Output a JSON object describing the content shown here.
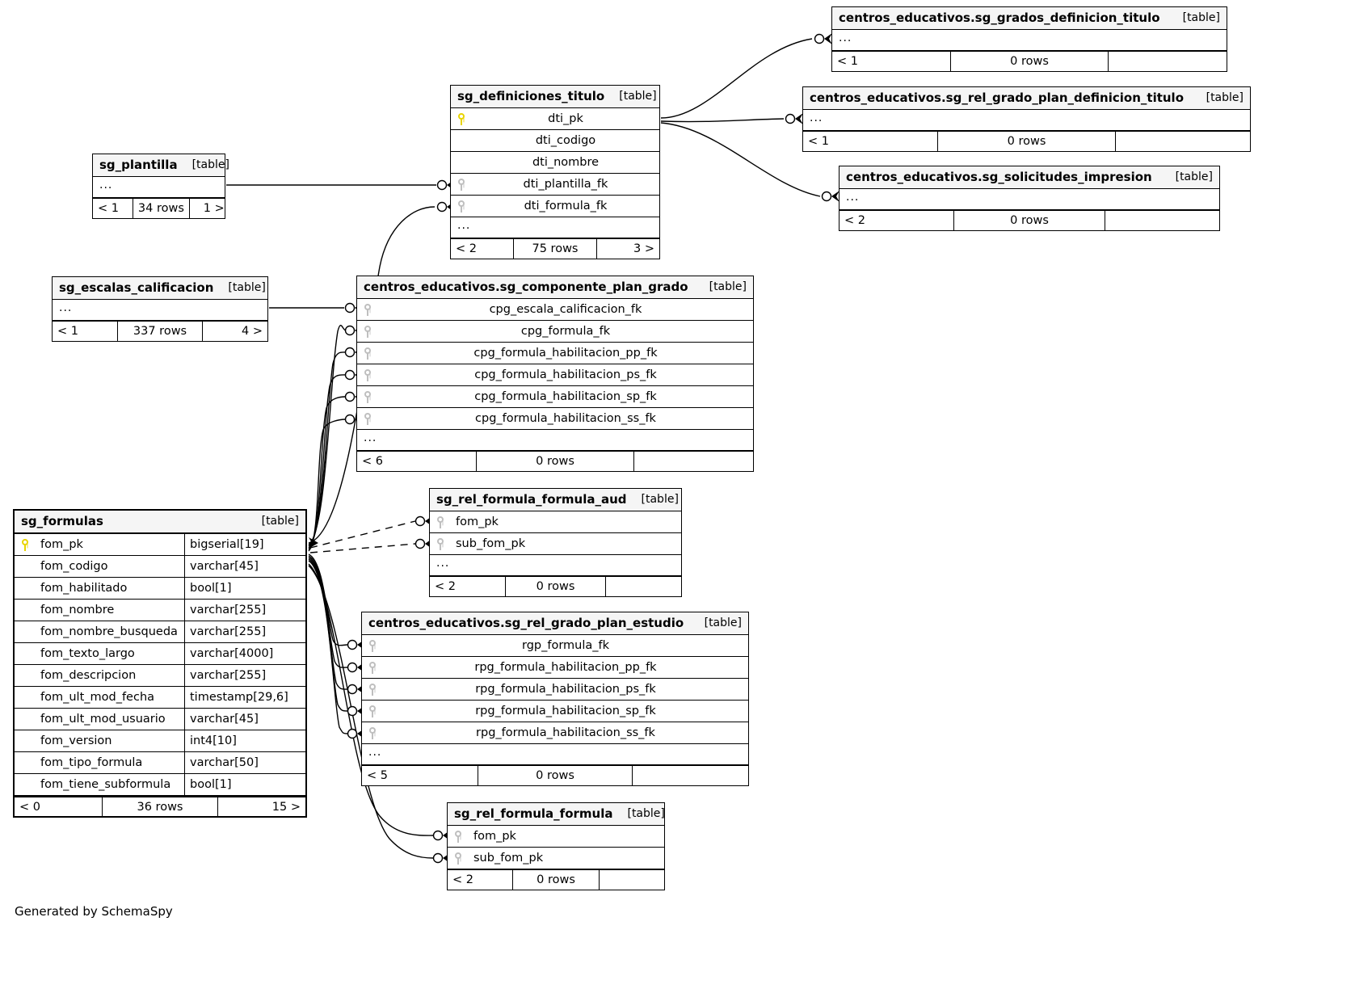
{
  "diagram": {
    "generator_credit": "Generated by SchemaSpy",
    "table_tag": "[table]",
    "ellipsis": "..."
  },
  "tables": {
    "sg_definiciones_titulo": {
      "title": "sg_definiciones_titulo",
      "tag": "[table]",
      "columns": [
        {
          "name": "dti_pk",
          "key": "pk"
        },
        {
          "name": "dti_codigo",
          "key": "none"
        },
        {
          "name": "dti_nombre",
          "key": "none"
        },
        {
          "name": "dti_plantilla_fk",
          "key": "fk"
        },
        {
          "name": "dti_formula_fk",
          "key": "fk"
        }
      ],
      "more": "...",
      "footer": {
        "left": "< 2",
        "center": "75 rows",
        "right": "3 >"
      }
    },
    "sg_grados_definicion_titulo": {
      "title": "centros_educativos.sg_grados_definicion_titulo",
      "tag": "[table]",
      "more": "...",
      "footer": {
        "left": "< 1",
        "center": "0 rows",
        "right": ""
      }
    },
    "sg_rel_grado_plan_definicion_titulo": {
      "title": "centros_educativos.sg_rel_grado_plan_definicion_titulo",
      "tag": "[table]",
      "more": "...",
      "footer": {
        "left": "< 1",
        "center": "0 rows",
        "right": ""
      }
    },
    "sg_solicitudes_impresion": {
      "title": "centros_educativos.sg_solicitudes_impresion",
      "tag": "[table]",
      "more": "...",
      "footer": {
        "left": "< 2",
        "center": "0 rows",
        "right": ""
      }
    },
    "sg_plantilla": {
      "title": "sg_plantilla",
      "tag": "[table]",
      "more": "...",
      "footer": {
        "left": "< 1",
        "center": "34 rows",
        "right": "1 >"
      }
    },
    "sg_escalas_calificacion": {
      "title": "sg_escalas_calificacion",
      "tag": "[table]",
      "more": "...",
      "footer": {
        "left": "< 1",
        "center": "337 rows",
        "right": "4 >"
      }
    },
    "sg_componente_plan_grado": {
      "title": "centros_educativos.sg_componente_plan_grado",
      "tag": "[table]",
      "columns": [
        {
          "name": "cpg_escala_calificacion_fk",
          "key": "fk"
        },
        {
          "name": "cpg_formula_fk",
          "key": "fk"
        },
        {
          "name": "cpg_formula_habilitacion_pp_fk",
          "key": "fk"
        },
        {
          "name": "cpg_formula_habilitacion_ps_fk",
          "key": "fk"
        },
        {
          "name": "cpg_formula_habilitacion_sp_fk",
          "key": "fk"
        },
        {
          "name": "cpg_formula_habilitacion_ss_fk",
          "key": "fk"
        }
      ],
      "more": "...",
      "footer": {
        "left": "< 6",
        "center": "0 rows",
        "right": ""
      }
    },
    "sg_rel_formula_formula_aud": {
      "title": "sg_rel_formula_formula_aud",
      "tag": "[table]",
      "columns": [
        {
          "name": "fom_pk",
          "key": "fk"
        },
        {
          "name": "sub_fom_pk",
          "key": "fk"
        }
      ],
      "more": "...",
      "footer": {
        "left": "< 2",
        "center": "0 rows",
        "right": ""
      }
    },
    "sg_rel_grado_plan_estudio": {
      "title": "centros_educativos.sg_rel_grado_plan_estudio",
      "tag": "[table]",
      "columns": [
        {
          "name": "rgp_formula_fk",
          "key": "fk"
        },
        {
          "name": "rpg_formula_habilitacion_pp_fk",
          "key": "fk"
        },
        {
          "name": "rpg_formula_habilitacion_ps_fk",
          "key": "fk"
        },
        {
          "name": "rpg_formula_habilitacion_sp_fk",
          "key": "fk"
        },
        {
          "name": "rpg_formula_habilitacion_ss_fk",
          "key": "fk"
        }
      ],
      "more": "...",
      "footer": {
        "left": "< 5",
        "center": "0 rows",
        "right": ""
      }
    },
    "sg_rel_formula_formula": {
      "title": "sg_rel_formula_formula",
      "tag": "[table]",
      "columns": [
        {
          "name": "fom_pk",
          "key": "fk"
        },
        {
          "name": "sub_fom_pk",
          "key": "fk"
        }
      ],
      "footer": {
        "left": "< 2",
        "center": "0 rows",
        "right": ""
      }
    },
    "sg_formulas": {
      "title": "sg_formulas",
      "tag": "[table]",
      "columns": [
        {
          "name": "fom_pk",
          "type": "bigserial[19]",
          "key": "pk"
        },
        {
          "name": "fom_codigo",
          "type": "varchar[45]",
          "key": "none"
        },
        {
          "name": "fom_habilitado",
          "type": "bool[1]",
          "key": "none"
        },
        {
          "name": "fom_nombre",
          "type": "varchar[255]",
          "key": "none"
        },
        {
          "name": "fom_nombre_busqueda",
          "type": "varchar[255]",
          "key": "none"
        },
        {
          "name": "fom_texto_largo",
          "type": "varchar[4000]",
          "key": "none"
        },
        {
          "name": "fom_descripcion",
          "type": "varchar[255]",
          "key": "none"
        },
        {
          "name": "fom_ult_mod_fecha",
          "type": "timestamp[29,6]",
          "key": "none"
        },
        {
          "name": "fom_ult_mod_usuario",
          "type": "varchar[45]",
          "key": "none"
        },
        {
          "name": "fom_version",
          "type": "int4[10]",
          "key": "none"
        },
        {
          "name": "fom_tipo_formula",
          "type": "varchar[50]",
          "key": "none"
        },
        {
          "name": "fom_tiene_subformula",
          "type": "bool[1]",
          "key": "none"
        }
      ],
      "footer": {
        "left": "< 0",
        "center": "36 rows",
        "right": "15 >"
      }
    }
  },
  "colors": {
    "background": "#ffffff",
    "line": "#000000",
    "header_fill": "#f5f5f5",
    "primary_key": "#e8d400",
    "foreign_key": "#bfbfbf"
  }
}
